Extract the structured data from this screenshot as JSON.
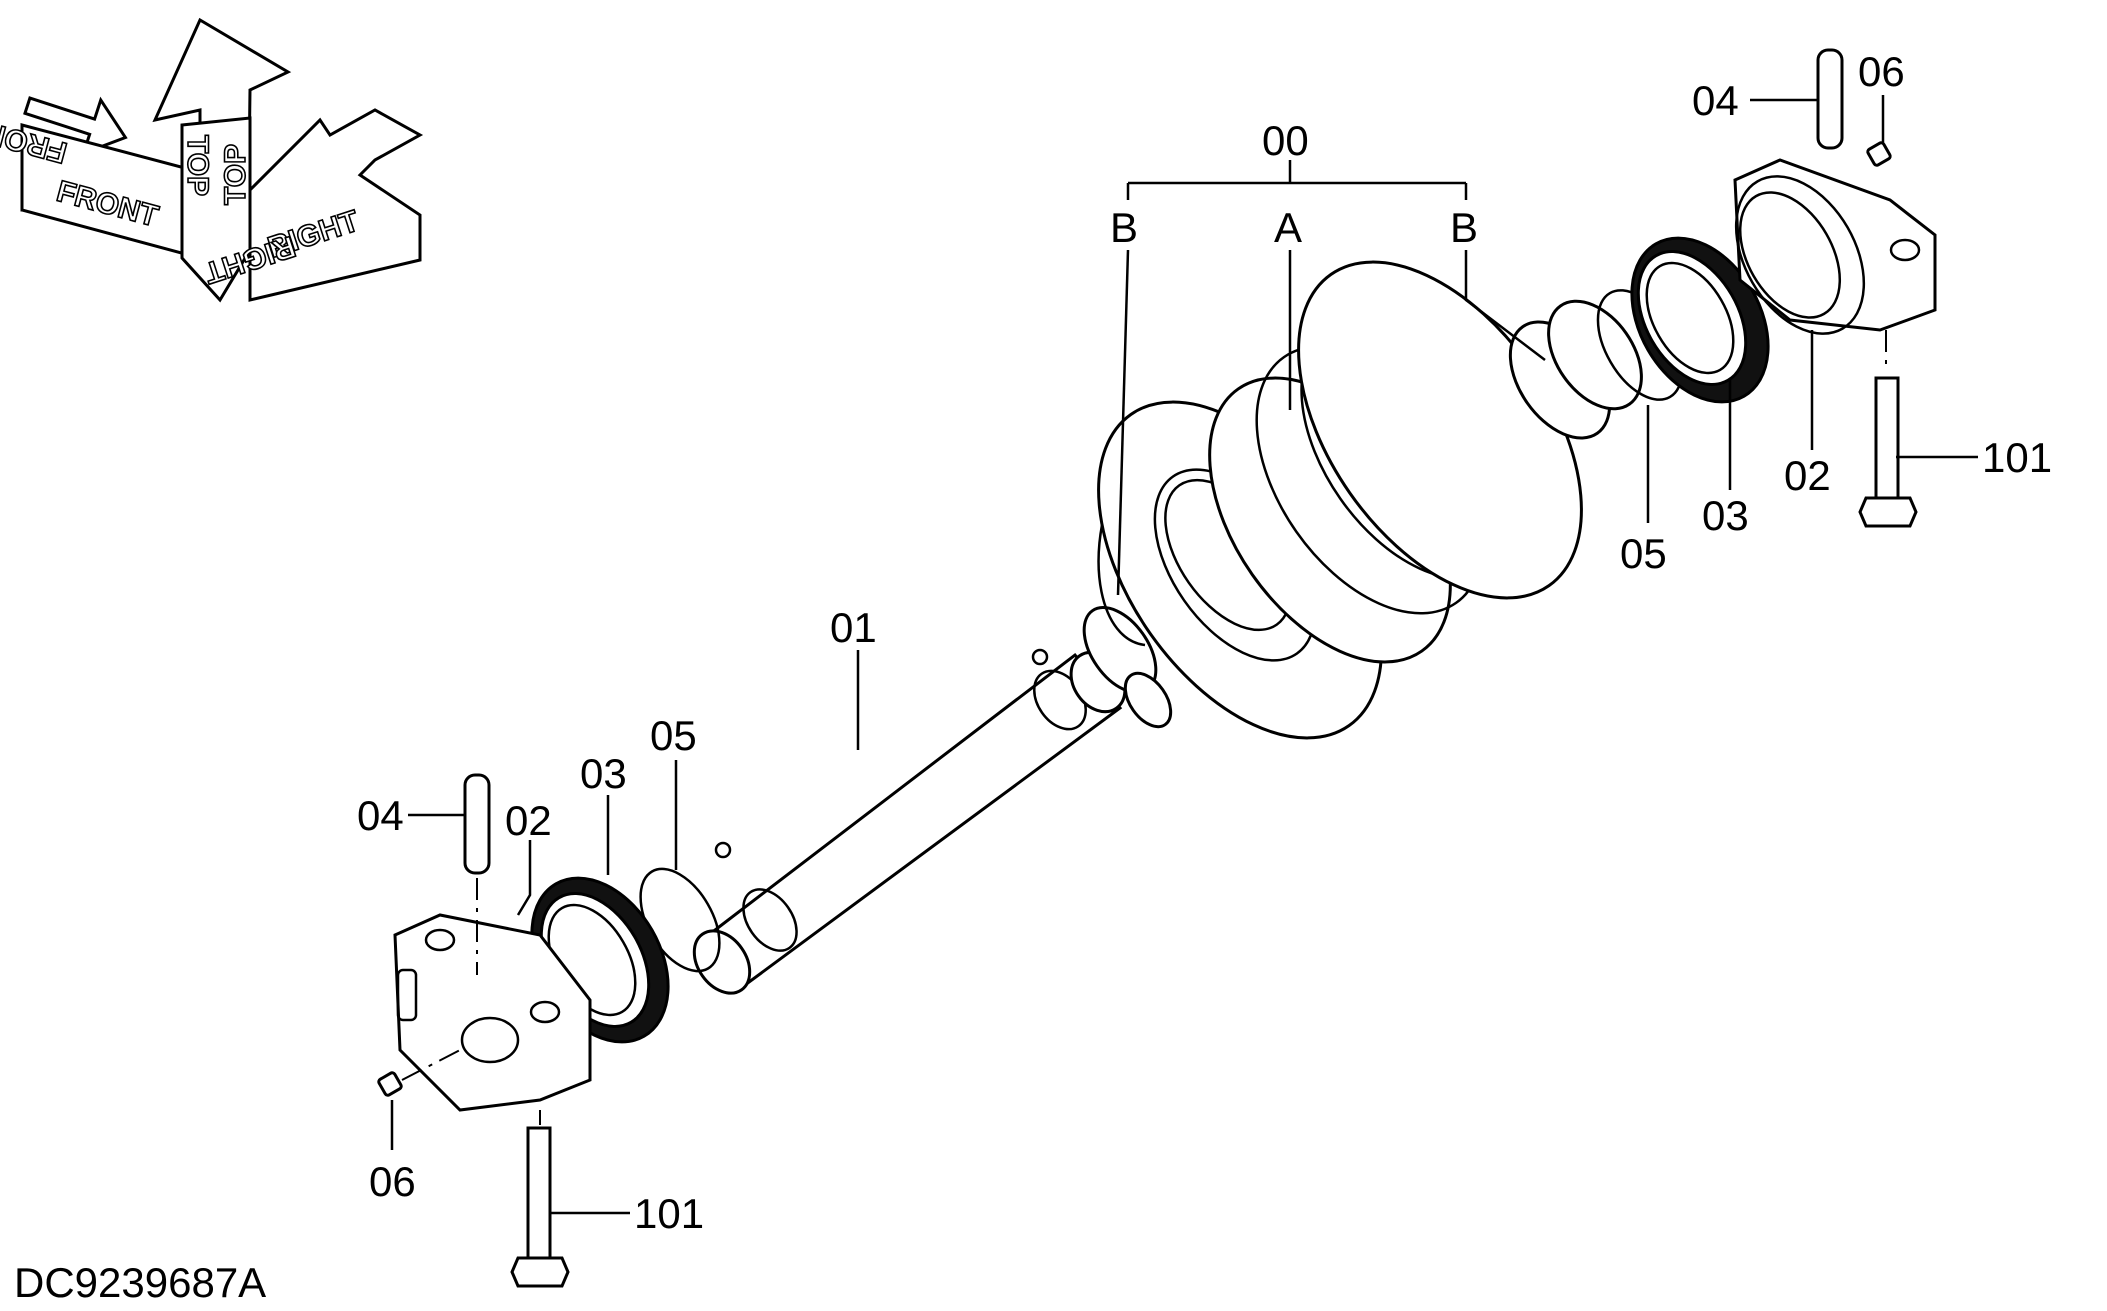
{
  "drawing_id": "DC9239687A",
  "orientation": {
    "front": "FRONT",
    "top": "TOP",
    "right": "RIGHT"
  },
  "labels": {
    "assembly": "00",
    "sub_a": "A",
    "sub_b_left": "B",
    "sub_b_right": "B",
    "shaft": "01",
    "bracket_right": "02",
    "bracket_left": "02",
    "seal_right": "03",
    "seal_left": "03",
    "pin_right": "04",
    "pin_left": "04",
    "ring_right": "05",
    "ring_left": "05",
    "plug_right": "06",
    "plug_left": "06",
    "bolt_right": "101",
    "bolt_left": "101"
  }
}
